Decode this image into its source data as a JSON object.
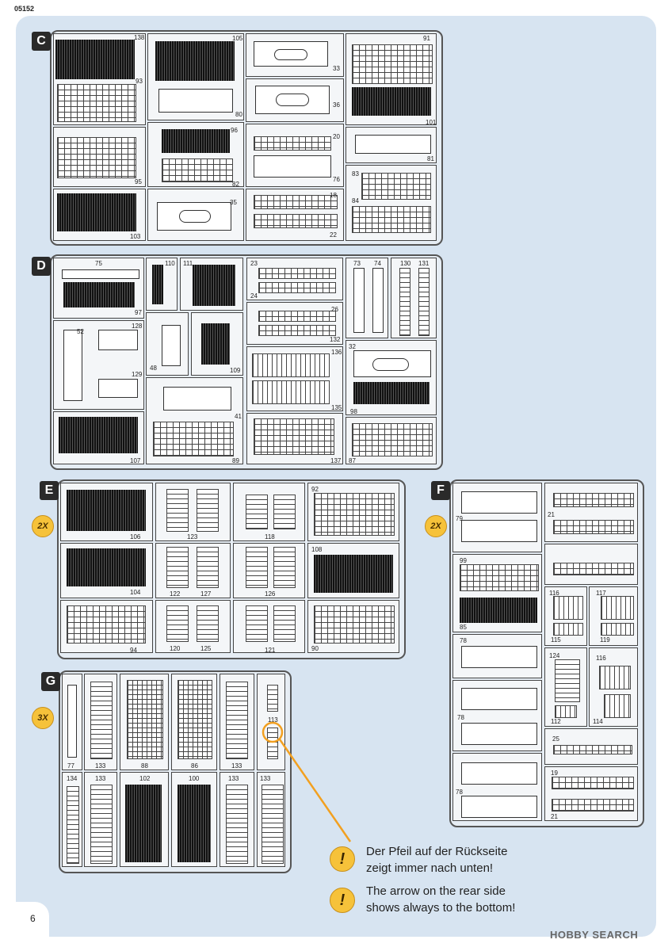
{
  "document_id": "05152",
  "page_number": "6",
  "sprues": {
    "C": {
      "label": "C",
      "parts": [
        "138",
        "93",
        "105",
        "80",
        "33",
        "36",
        "91",
        "101",
        "96",
        "82",
        "20",
        "76",
        "81",
        "95",
        "35",
        "18",
        "22",
        "83",
        "84",
        "103"
      ]
    },
    "D": {
      "label": "D",
      "parts": [
        "75",
        "97",
        "110",
        "111",
        "23",
        "24",
        "26",
        "132",
        "73",
        "74",
        "130",
        "131",
        "52",
        "128",
        "129",
        "48",
        "109",
        "136",
        "135",
        "32",
        "98",
        "41",
        "107",
        "89",
        "137",
        "87"
      ]
    },
    "E": {
      "label": "E",
      "multiplier": "2X",
      "parts": [
        "106",
        "123",
        "118",
        "92",
        "104",
        "122",
        "127",
        "126",
        "108",
        "94",
        "120",
        "125",
        "121",
        "90"
      ]
    },
    "F": {
      "label": "F",
      "multiplier": "2X",
      "parts": [
        "79",
        "21",
        "21",
        "99",
        "85",
        "116",
        "117",
        "115",
        "119",
        "78",
        "124",
        "116",
        "112",
        "114",
        "78",
        "25",
        "78",
        "19",
        "21"
      ]
    },
    "G": {
      "label": "G",
      "multiplier": "3X",
      "parts": [
        "77",
        "133",
        "88",
        "86",
        "133",
        "113",
        "134",
        "133",
        "102",
        "100",
        "133",
        "133"
      ]
    }
  },
  "note": {
    "de_line1": "Der Pfeil auf der Rückseite",
    "de_line2": "zeigt immer nach unten!",
    "en_line1": "The arrow on the rear side",
    "en_line2": "shows always to the bottom!",
    "icon": "exclamation-icon"
  },
  "watermark": "HOBBY SEARCH",
  "accent_color": "#f6c23a",
  "panel_color": "#d7e4f1"
}
